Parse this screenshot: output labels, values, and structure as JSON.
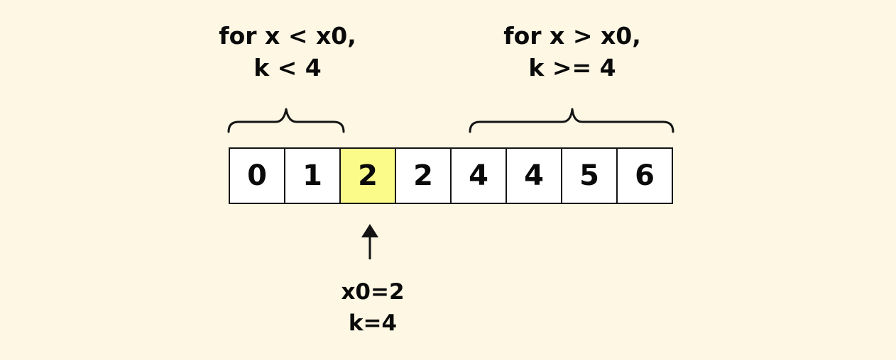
{
  "colors": {
    "background": "#fdf7e4",
    "cell_fill": "#ffffff",
    "highlight_fill": "#fbfb8a",
    "stroke": "#141414"
  },
  "labels": {
    "left": [
      "for x < x0,",
      "k < 4"
    ],
    "right": [
      "for x > x0,",
      "k >= 4"
    ],
    "pivot": [
      "x0=2",
      "k=4"
    ]
  },
  "array": {
    "values": [
      "0",
      "1",
      "2",
      "2",
      "4",
      "4",
      "5",
      "6"
    ],
    "highlight_index": 2
  },
  "icons": {
    "left_brace": "curly-brace-icon",
    "right_brace": "curly-brace-icon",
    "pointer": "up-arrow-icon"
  }
}
